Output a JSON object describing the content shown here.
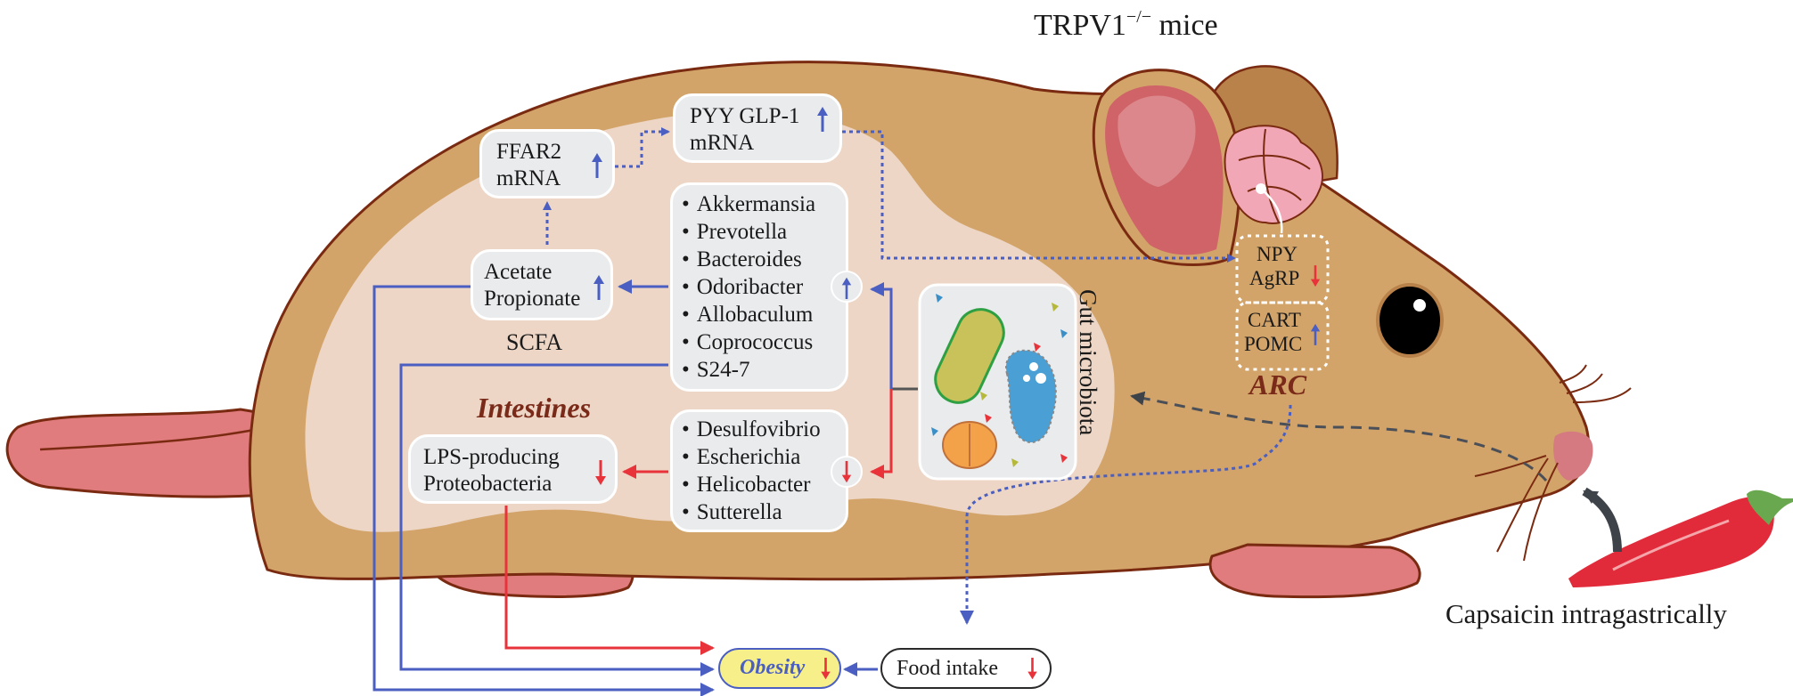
{
  "title": {
    "main": "TRPV1",
    "superscript": "−/−",
    "suffix": " mice"
  },
  "regions": {
    "intestines": "Intestines",
    "arc": "ARC",
    "gut_microbiota": "Gut microbiota",
    "scfa": "SCFA"
  },
  "boxes": {
    "ffar2": {
      "line1": "FFAR2",
      "line2": "mRNA",
      "direction": "up"
    },
    "pyy": {
      "line1": "PYY GLP-1",
      "line2": "mRNA",
      "direction": "up"
    },
    "scfa": {
      "line1": "Acetate",
      "line2": "Propionate",
      "direction": "up"
    },
    "lps": {
      "line1": "LPS-producing",
      "line2": "Proteobacteria",
      "direction": "down"
    },
    "npy": {
      "line1": "NPY",
      "line2": "AgRP",
      "direction": "down"
    },
    "cart": {
      "line1": "CART",
      "line2": "POMC",
      "direction": "up"
    },
    "obesity": {
      "label": "Obesity",
      "direction": "down"
    },
    "food_intake": {
      "label": "Food intake",
      "direction": "down"
    }
  },
  "increased_bacteria": [
    "Akkermansia",
    "Prevotella",
    "Bacteroides",
    "Odoribacter",
    "Allobaculum",
    "Coprococcus",
    "S24-7"
  ],
  "decreased_bacteria": [
    "Desulfovibrio",
    "Escherichia",
    "Helicobacter",
    "Sutterella"
  ],
  "treatment": "Capsaicin intragastrically",
  "colors": {
    "increase": "#4a5fc1",
    "decrease": "#e8333a",
    "fur": "#d3a469",
    "fur_dark": "#b8824a",
    "belly": "#edd6c6",
    "outline": "#7a2a10",
    "pink": "#e07b7e",
    "box_bg": "#e9ebed",
    "obesity_bg": "#f7f08a",
    "region_text": "#7a2a18",
    "dashed": "#4a4f58"
  }
}
